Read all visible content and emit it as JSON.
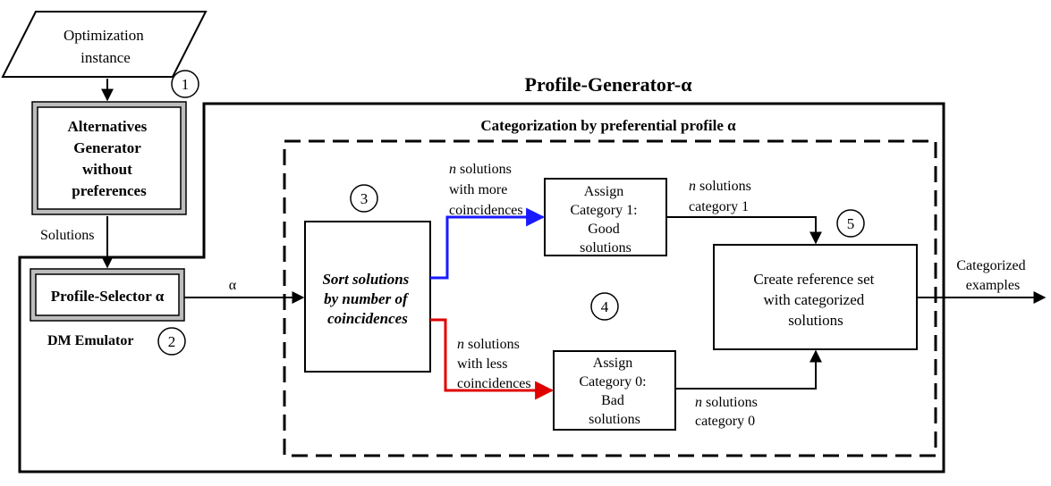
{
  "title": "Profile-Generator-α",
  "inner_title": "Categorization by preferential profile α",
  "input": {
    "lines": [
      "Optimization",
      "instance"
    ]
  },
  "generator": {
    "lines": [
      "Alternatives",
      "Generator",
      "without",
      "preferences"
    ]
  },
  "solutions_label": "Solutions",
  "profile_selector": "Profile-Selector α",
  "dm_emulator": "DM Emulator",
  "alpha_label": "α",
  "sort_box": {
    "lines": [
      "Sort solutions",
      "by number of",
      "coincidences"
    ]
  },
  "good_box": {
    "lines": [
      "Assign",
      "Category 1:",
      "Good",
      "solutions"
    ]
  },
  "bad_box": {
    "lines": [
      "Assign",
      "Category 0:",
      "Bad",
      "solutions"
    ]
  },
  "more_label": {
    "n": "n",
    "lines": [
      " solutions",
      "with more",
      "coincidences"
    ]
  },
  "less_label": {
    "n": "n",
    "lines": [
      " solutions",
      "with less",
      "coincidences"
    ]
  },
  "cat1_label": {
    "n": "n",
    "lines": [
      " solutions",
      "category  1"
    ]
  },
  "cat0_label": {
    "n": "n",
    "lines": [
      " solutions",
      "category  0"
    ]
  },
  "reference_box": {
    "lines": [
      "Create reference set",
      "with categorized",
      "solutions"
    ]
  },
  "output_label": {
    "lines": [
      "Categorized",
      "examples"
    ]
  },
  "steps": [
    "1",
    "2",
    "3",
    "4",
    "5"
  ],
  "colors": {
    "blue_arrow": "#1a1aff",
    "red_arrow": "#e00000",
    "line": "#000000",
    "box_shadow": "#bdbdbd"
  }
}
